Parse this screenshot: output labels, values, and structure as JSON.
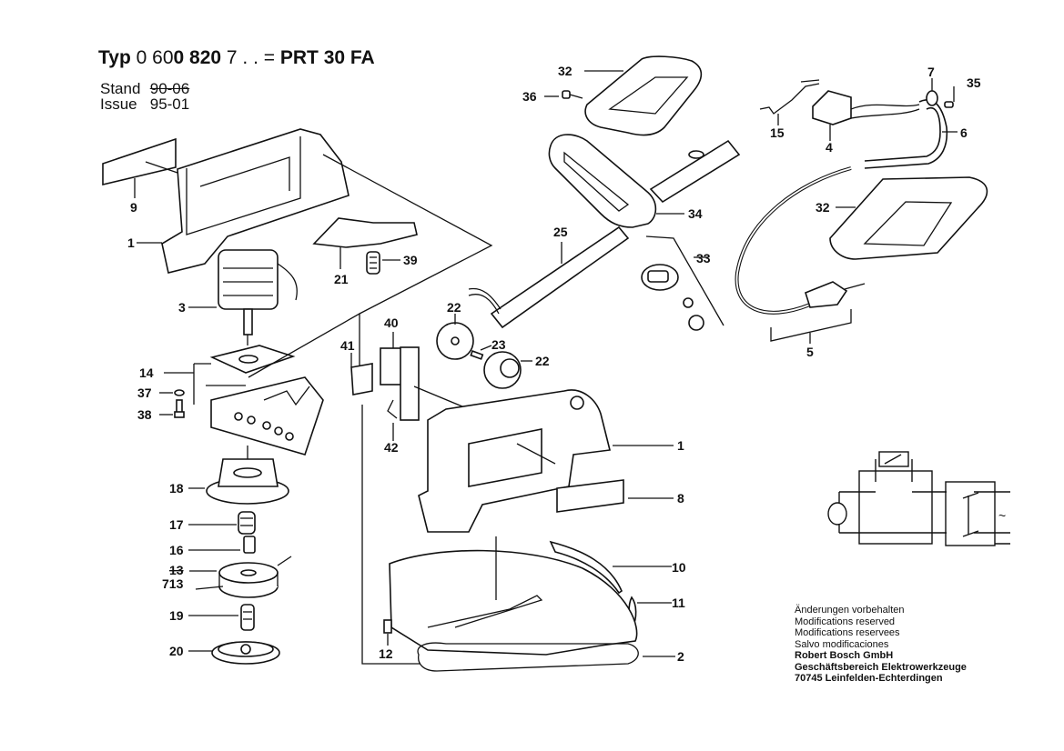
{
  "header": {
    "typ_label": "Typ",
    "typ_number_thin": "0 60",
    "typ_number_bold": "0 820",
    "typ_suffix": " 7 . . =",
    "model": "PRT 30 FA",
    "stand_label": "Stand",
    "stand_value_struck": "90-06",
    "issue_label": "Issue",
    "issue_value": "95-01"
  },
  "callouts": {
    "c1a": "1",
    "c1b": "1",
    "c2": "2",
    "c3": "3",
    "c4": "4",
    "c5": "5",
    "c6": "6",
    "c7": "7",
    "c8": "8",
    "c9": "9",
    "c10": "10",
    "c11": "11",
    "c12": "12",
    "c13_struck": "13",
    "c713": "713",
    "c14": "14",
    "c15": "15",
    "c16": "16",
    "c17": "17",
    "c18": "18",
    "c19": "19",
    "c20": "20",
    "c21": "21",
    "c22a": "22",
    "c22b": "22",
    "c23": "23",
    "c25": "25",
    "c32a": "32",
    "c32b": "32",
    "c33": "33",
    "c34": "34",
    "c35": "35",
    "c36": "36",
    "c37": "37",
    "c38": "38",
    "c39": "39",
    "c40": "40",
    "c41": "41",
    "c42": "42"
  },
  "circuit": {
    "ac_symbol": "~"
  },
  "footer": {
    "lines": [
      "Änderungen vorbehalten",
      "Modifications reserved",
      "Modifications reservees",
      "Salvo modificaciones"
    ],
    "company": "Robert Bosch GmbH",
    "division": "Geschäftsbereich Elektrowerkzeuge",
    "address": "70745 Leinfelden-Echterdingen"
  }
}
